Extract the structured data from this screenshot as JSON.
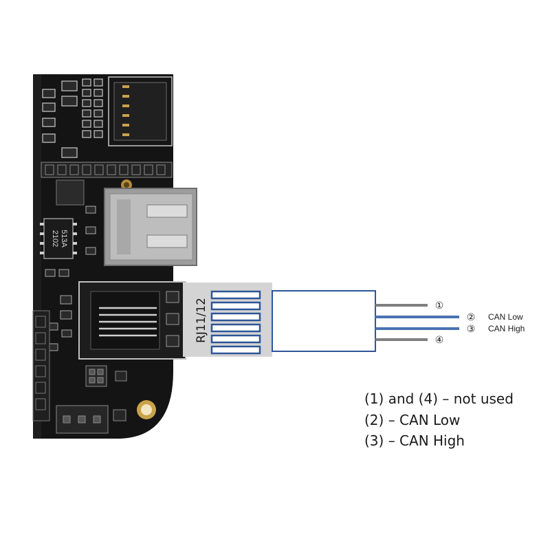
{
  "board": {
    "chip_marking_top": "513A",
    "chip_marking_bottom": "2102"
  },
  "connector": {
    "label": "RJ11/12"
  },
  "wires": [
    {
      "marker": "①",
      "label": "",
      "color": "#7f7f7f"
    },
    {
      "marker": "②",
      "label": "CAN Low",
      "color": "#4a72b2"
    },
    {
      "marker": "③",
      "label": "CAN High",
      "color": "#4a72b2"
    },
    {
      "marker": "④",
      "label": "",
      "color": "#7f7f7f"
    }
  ],
  "legend": {
    "lines": [
      "(1) and (4) – not used",
      "(2) – CAN Low",
      "(3) – CAN High"
    ]
  }
}
